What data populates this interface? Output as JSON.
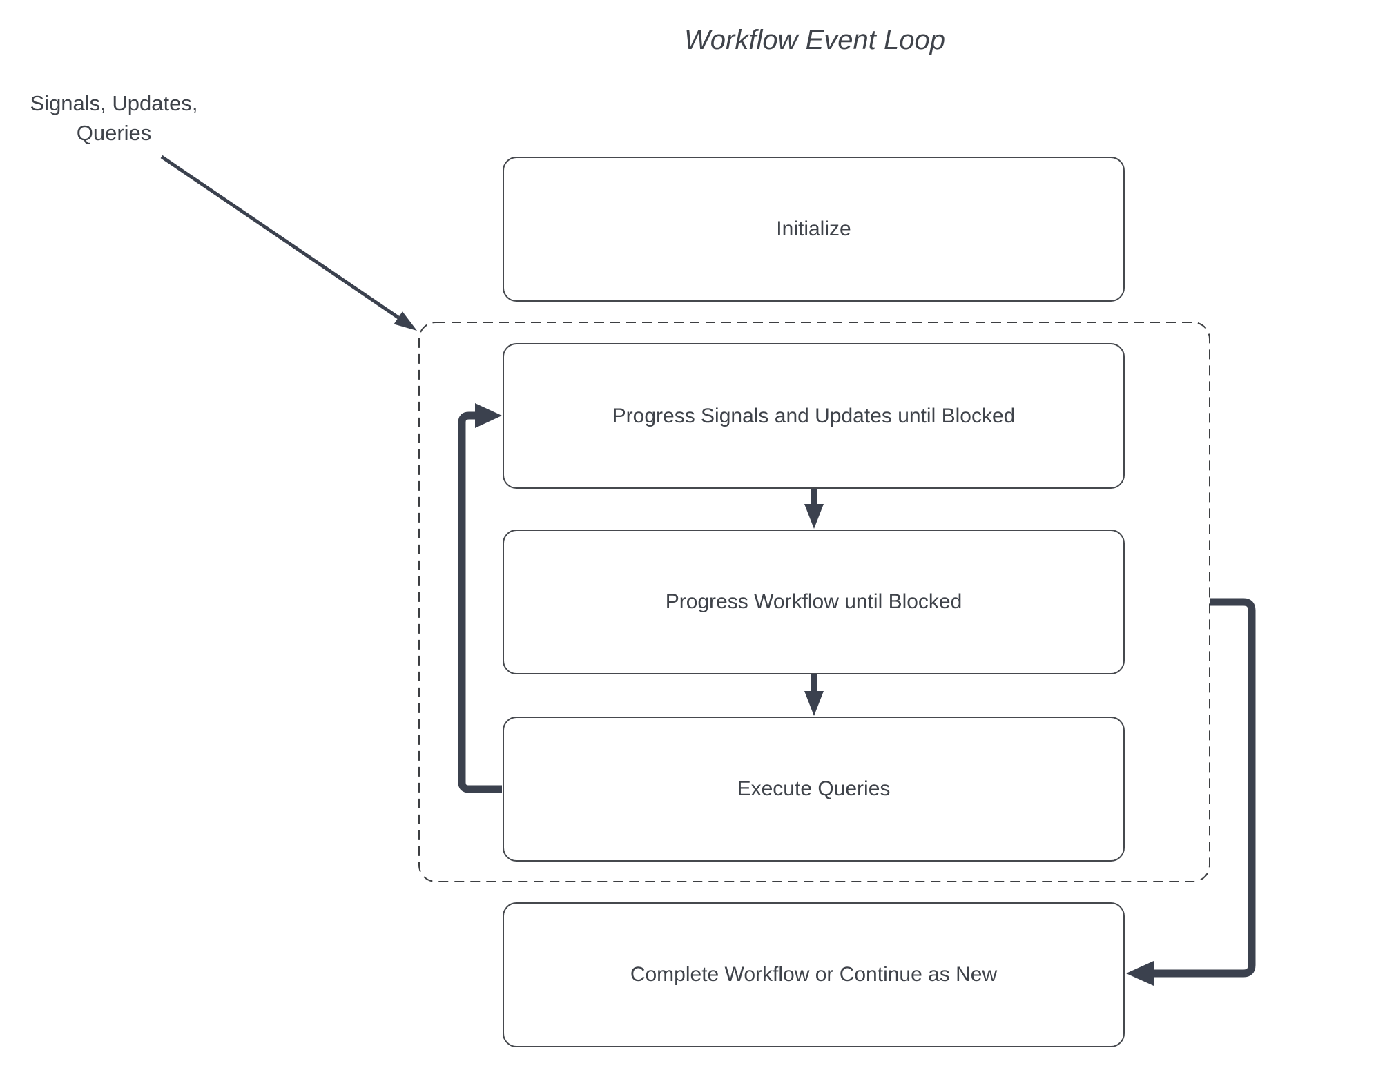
{
  "title": "Workflow Event Loop",
  "external_input_label": "Signals, Updates,\nQueries",
  "nodes": {
    "initialize": "Initialize",
    "progress_signals": "Progress Signals and Updates until Blocked",
    "progress_workflow": "Progress Workflow until Blocked",
    "execute_queries": "Execute Queries",
    "complete": "Complete Workflow or Continue as New"
  },
  "edges": [
    {
      "from": "external-input-label",
      "to": "event-loop-container",
      "style": "thin-diagonal-arrow"
    },
    {
      "from": "progress_signals",
      "to": "progress_workflow",
      "style": "down-arrow"
    },
    {
      "from": "progress_workflow",
      "to": "execute_queries",
      "style": "down-arrow"
    },
    {
      "from": "execute_queries",
      "to": "progress_signals",
      "style": "thick-left-loop-arrow"
    },
    {
      "from": "event-loop-container",
      "to": "complete",
      "style": "thick-right-connector-arrow"
    }
  ],
  "colors": {
    "background": "#ffffff",
    "text": "#3f434a",
    "node_border": "#46494e",
    "dashed_container_border": "#3d3f42",
    "connector": "#3b414e"
  }
}
